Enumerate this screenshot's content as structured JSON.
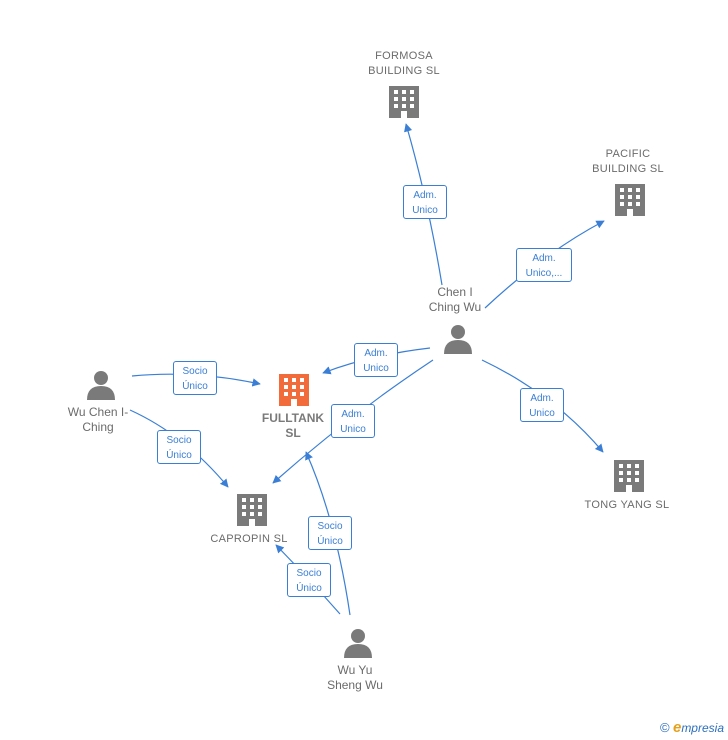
{
  "colors": {
    "edge": "#3a7fd5",
    "node_gray": "#7a7a7a",
    "focus_orange": "#f26b3a",
    "brand_e": "#e5a11c"
  },
  "nodes": {
    "formosa": {
      "label": "FORMOSA\nBUILDING  SL",
      "icon": "building-icon"
    },
    "pacific": {
      "label": "PACIFIC\nBUILDING  SL",
      "icon": "building-icon"
    },
    "chen": {
      "label": "Chen I\nChing Wu",
      "icon": "person-icon"
    },
    "wuchen": {
      "label": "Wu Chen I-\nChing",
      "icon": "person-icon"
    },
    "fulltank": {
      "label": "FULLTANK\nSL",
      "icon": "building-icon"
    },
    "tongyang": {
      "label": "TONG YANG SL",
      "icon": "building-icon"
    },
    "capropin": {
      "label": "CAPROPIN  SL",
      "icon": "building-icon"
    },
    "wuyu": {
      "label": "Wu Yu\nSheng Wu",
      "icon": "person-icon"
    }
  },
  "edges": {
    "e1": "Adm.\nUnico",
    "e2": "Adm.\nUnico,...",
    "e3": "Adm.\nUnico",
    "e4": "Adm.\nUnico",
    "e5": "Adm.\nUnico",
    "e6": "Socio\nÚnico",
    "e7": "Socio\nÚnico",
    "e8": "Socio\nÚnico",
    "e9": "Socio\nÚnico"
  },
  "footer": {
    "copyright": "©",
    "brand_initial": "e",
    "brand_rest": "mpresia"
  }
}
